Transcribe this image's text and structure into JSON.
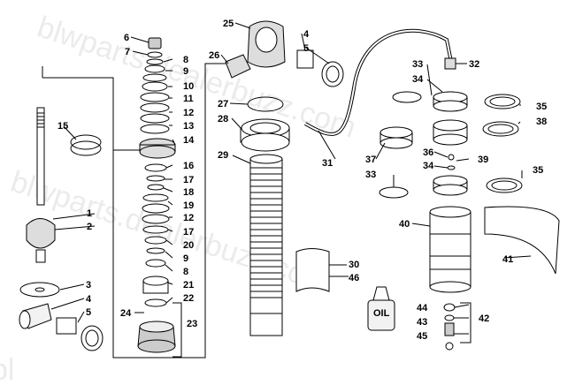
{
  "watermark": "blwparts.dealerbuzz.com",
  "watermark_corner": "bl",
  "callouts": [
    {
      "id": "lbl-1",
      "text": "1"
    },
    {
      "id": "lbl-2",
      "text": "2"
    },
    {
      "id": "lbl-3",
      "text": "3"
    },
    {
      "id": "lbl-4a",
      "text": "4"
    },
    {
      "id": "lbl-5a",
      "text": "5"
    },
    {
      "id": "lbl-6",
      "text": "6"
    },
    {
      "id": "lbl-7",
      "text": "7"
    },
    {
      "id": "lbl-8a",
      "text": "8"
    },
    {
      "id": "lbl-9a",
      "text": "9"
    },
    {
      "id": "lbl-10",
      "text": "10"
    },
    {
      "id": "lbl-11",
      "text": "11"
    },
    {
      "id": "lbl-12a",
      "text": "12"
    },
    {
      "id": "lbl-13",
      "text": "13"
    },
    {
      "id": "lbl-14",
      "text": "14"
    },
    {
      "id": "lbl-15",
      "text": "15"
    },
    {
      "id": "lbl-16",
      "text": "16"
    },
    {
      "id": "lbl-17a",
      "text": "17"
    },
    {
      "id": "lbl-18",
      "text": "18"
    },
    {
      "id": "lbl-19",
      "text": "19"
    },
    {
      "id": "lbl-12b",
      "text": "12"
    },
    {
      "id": "lbl-17b",
      "text": "17"
    },
    {
      "id": "lbl-20",
      "text": "20"
    },
    {
      "id": "lbl-9b",
      "text": "9"
    },
    {
      "id": "lbl-8b",
      "text": "8"
    },
    {
      "id": "lbl-21",
      "text": "21"
    },
    {
      "id": "lbl-22",
      "text": "22"
    },
    {
      "id": "lbl-23",
      "text": "23"
    },
    {
      "id": "lbl-24",
      "text": "24"
    },
    {
      "id": "lbl-25",
      "text": "25"
    },
    {
      "id": "lbl-4b",
      "text": "4"
    },
    {
      "id": "lbl-5b",
      "text": "5"
    },
    {
      "id": "lbl-26",
      "text": "26"
    },
    {
      "id": "lbl-27",
      "text": "27"
    },
    {
      "id": "lbl-28",
      "text": "28"
    },
    {
      "id": "lbl-29",
      "text": "29"
    },
    {
      "id": "lbl-30",
      "text": "30"
    },
    {
      "id": "lbl-46",
      "text": "46"
    },
    {
      "id": "lbl-31",
      "text": "31"
    },
    {
      "id": "lbl-32",
      "text": "32"
    },
    {
      "id": "lbl-33a",
      "text": "33"
    },
    {
      "id": "lbl-34a",
      "text": "34"
    },
    {
      "id": "lbl-35a",
      "text": "35"
    },
    {
      "id": "lbl-38",
      "text": "38"
    },
    {
      "id": "lbl-37",
      "text": "37"
    },
    {
      "id": "lbl-36",
      "text": "36"
    },
    {
      "id": "lbl-34b",
      "text": "34"
    },
    {
      "id": "lbl-39",
      "text": "39"
    },
    {
      "id": "lbl-33b",
      "text": "33"
    },
    {
      "id": "lbl-35b",
      "text": "35"
    },
    {
      "id": "lbl-40",
      "text": "40"
    },
    {
      "id": "lbl-41",
      "text": "41"
    },
    {
      "id": "lbl-44",
      "text": "44"
    },
    {
      "id": "lbl-43",
      "text": "43"
    },
    {
      "id": "lbl-45",
      "text": "45"
    },
    {
      "id": "lbl-42",
      "text": "42"
    }
  ],
  "bottle_label": "OIL"
}
